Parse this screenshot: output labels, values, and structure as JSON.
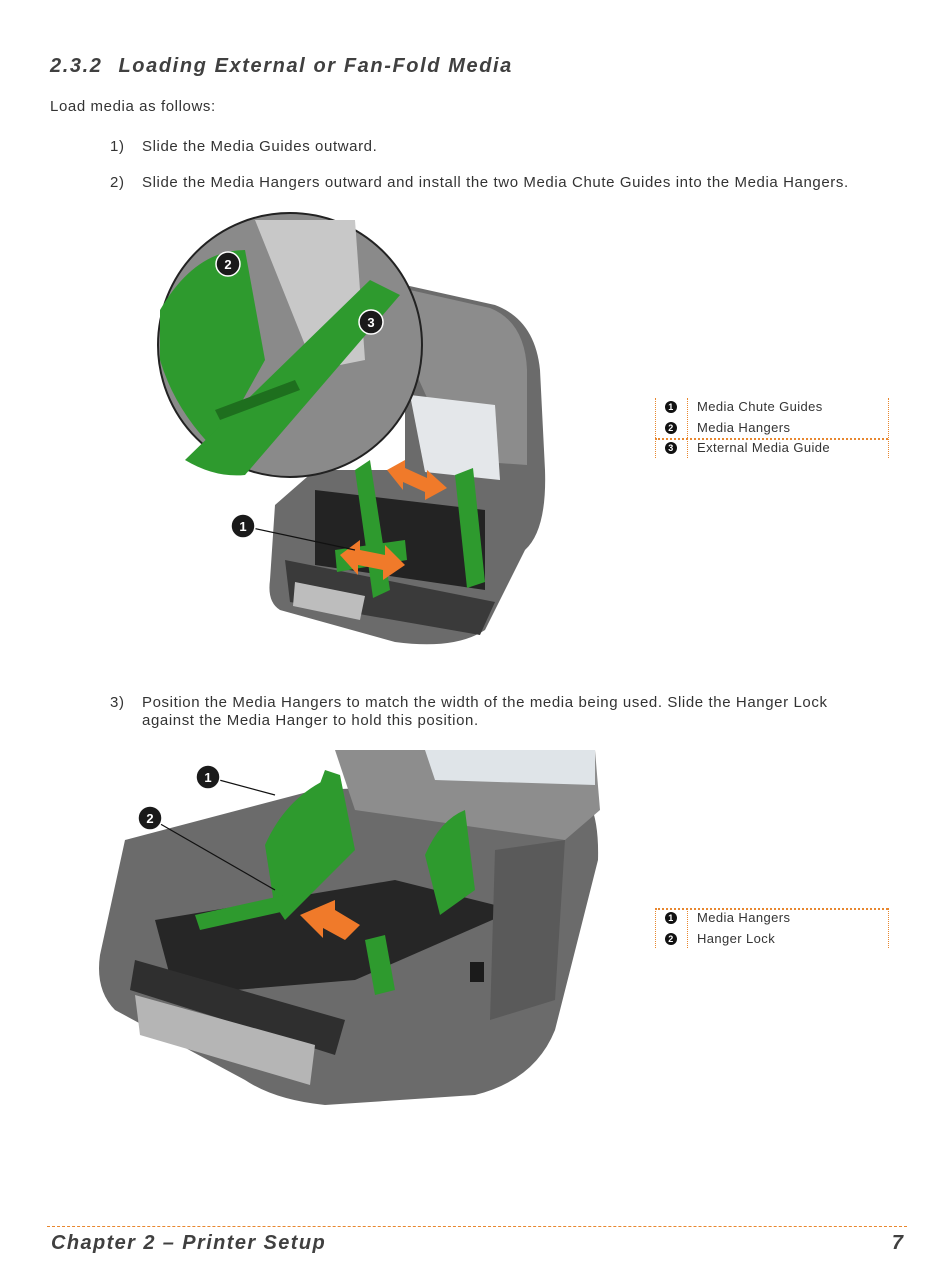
{
  "section": {
    "number": "2.3.2",
    "title": "Loading External or Fan-Fold Media"
  },
  "intro": "Load media as follows:",
  "steps": [
    {
      "num": "1)",
      "text": "Slide the Media Guides outward."
    },
    {
      "num": "2)",
      "text": "Slide the Media Hangers outward and install the two Media Chute Guides into the Media Hangers."
    },
    {
      "num": "3)",
      "lines": [
        "Position the Media Hangers to match the width of the media being used. Slide the Hanger Lock",
        "against the Media Hanger to hold this position."
      ]
    }
  ],
  "figure1": {
    "callouts_on_image": [
      "1",
      "2",
      "3"
    ],
    "legend": [
      {
        "badge": "1",
        "label": "Media Chute Guides"
      },
      {
        "badge": "2",
        "label": "Media Hangers"
      },
      {
        "badge": "3",
        "label": "External Media Guide"
      }
    ]
  },
  "figure2": {
    "callouts_on_image": [
      "1",
      "2"
    ],
    "legend": [
      {
        "badge": "1",
        "label": "Media Hangers"
      },
      {
        "badge": "2",
        "label": "Hanger Lock"
      }
    ]
  },
  "footer": {
    "chapter": "Chapter 2 – Printer Setup",
    "page": "7"
  },
  "colors": {
    "accent": "#e8872f",
    "part_green": "#2e9a2e",
    "arrow_orange": "#f07a2a",
    "printer_grey": "#6b6b6b"
  }
}
